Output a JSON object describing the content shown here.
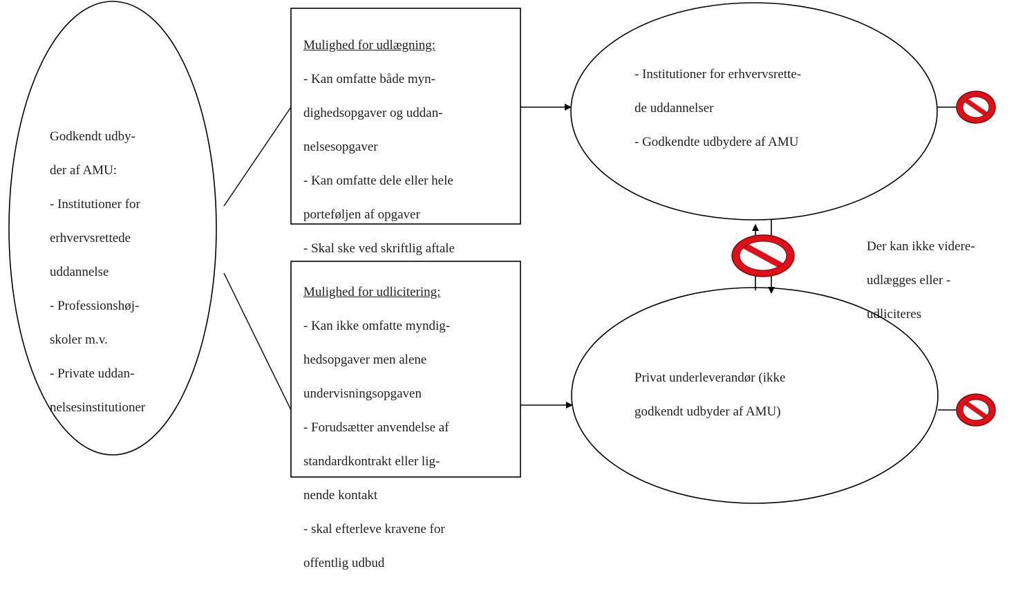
{
  "left_ellipse": {
    "lines": [
      "Godkendt udby-",
      "der af AMU:",
      "- Institutioner for",
      "erhvervsrettede",
      "uddannelse",
      "- Professionshøj-",
      "skoler m.v.",
      "- Private uddan-",
      "nelsesinstitutioner"
    ]
  },
  "box_udlaegning": {
    "heading": "Mulighed for udlægning:",
    "lines": [
      "- Kan omfatte både myn-",
      "dighedsopgaver og uddan-",
      "nelsesopgaver",
      "- Kan omfatte dele eller hele",
      "porteføljen af opgaver",
      "- Skal ske ved skriftlig aftale"
    ]
  },
  "box_udlicitering": {
    "heading": "Mulighed for udlicitering:",
    "lines": [
      "- Kan ikke omfatte myndig-",
      "hedsopgaver men alene",
      "undervisningsopgaven",
      "- Forudsætter anvendelse af",
      "standardkontrakt eller lig-",
      "nende kontakt",
      "-  skal efterleve kravene for",
      "offentlig udbud"
    ]
  },
  "top_right_ellipse": {
    "lines": [
      "- Institutioner for erhvervsrette-",
      "de uddannelser",
      "- Godkendte udbydere af AMU"
    ]
  },
  "bottom_right_ellipse": {
    "lines": [
      "Privat underleverandør (ikke",
      "godkendt udbyder af AMU)"
    ]
  },
  "side_note": {
    "lines": [
      "Der kan ikke videre-",
      "udlægges eller -",
      "udliciteres"
    ]
  },
  "colors": {
    "prohibition_red": "#e0101a",
    "prohibition_outline": "#7a0a0a",
    "stroke": "#000000"
  },
  "icons": [
    "prohibition-icon",
    "prohibition-icon",
    "prohibition-icon"
  ]
}
